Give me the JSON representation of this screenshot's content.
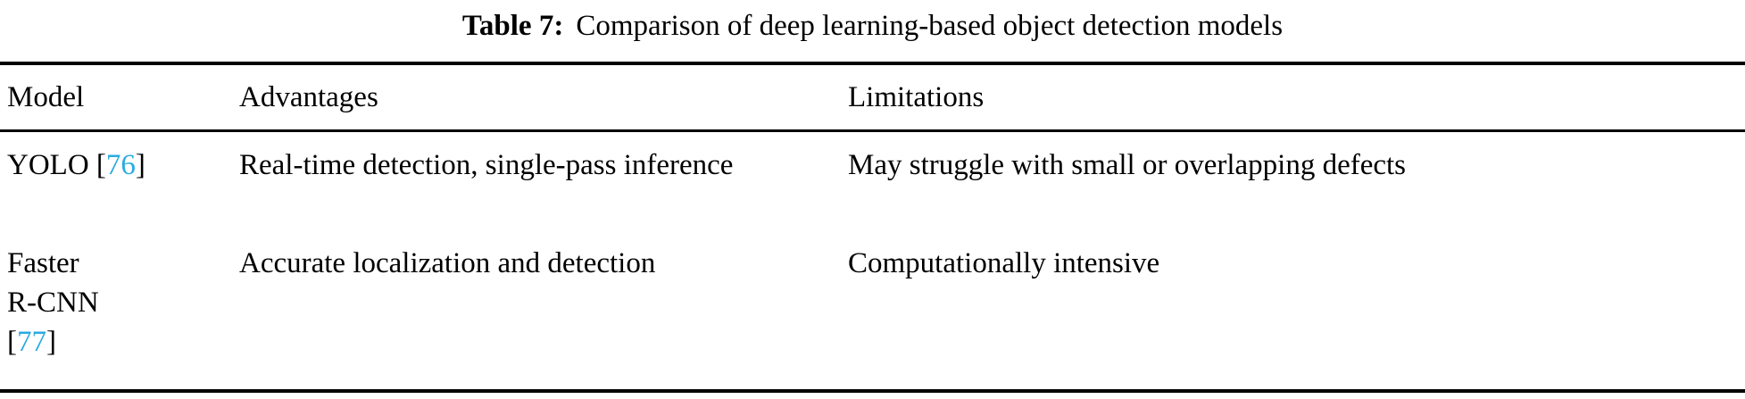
{
  "caption": {
    "label": "Table 7:",
    "text": "Comparison of deep learning-based object detection models"
  },
  "colors": {
    "citation": "#29ABE2",
    "text": "#000000",
    "rule": "#000000",
    "background": "#FFFFFF"
  },
  "table": {
    "columns": [
      "Model",
      "Advantages",
      "Limitations"
    ],
    "headers": {
      "model": "Model",
      "advantages": "Advantages",
      "limitations": "Limitations"
    },
    "rows": [
      {
        "model_name": "YOLO",
        "model_citation_open": "[",
        "model_citation_number": "76",
        "model_citation_close": "]",
        "advantages": "Real-time detection, single-pass inference",
        "limitations": "May struggle with small or overlapping defects"
      },
      {
        "model_name": "Faster R-CNN",
        "model_name_line1": "Faster",
        "model_name_line2": "R-CNN",
        "model_citation_open": "[",
        "model_citation_number": "77",
        "model_citation_close": "]",
        "advantages": "Accurate localization and detection",
        "limitations": "Computationally intensive"
      }
    ]
  }
}
